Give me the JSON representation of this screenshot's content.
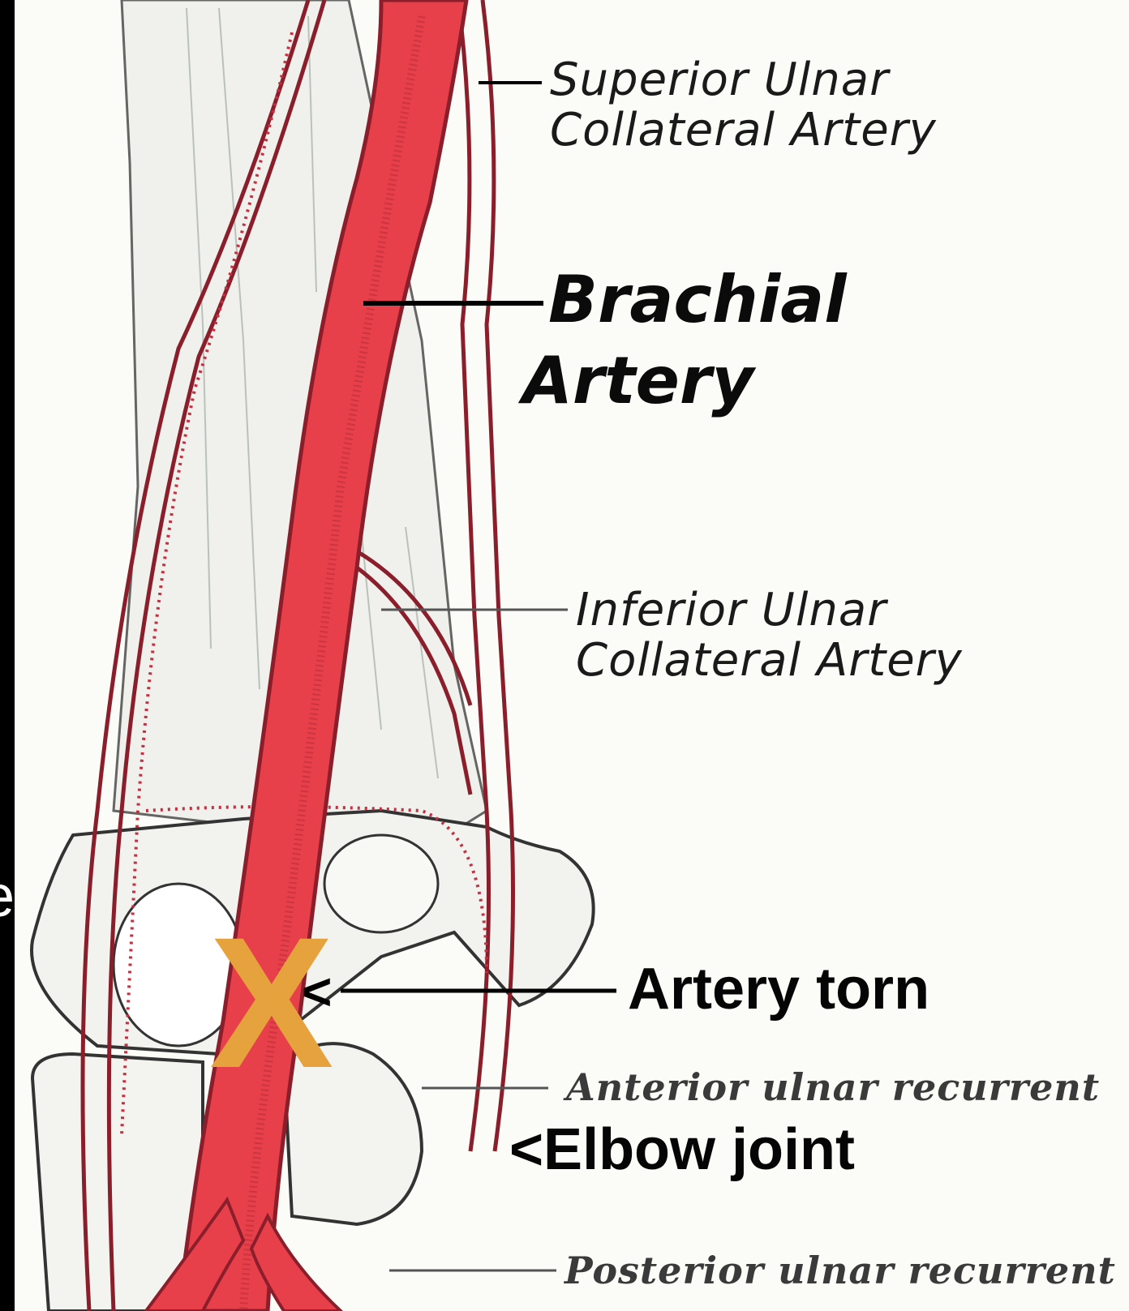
{
  "labels": {
    "superior": [
      "Superior Ulnar",
      "Collateral Artery"
    ],
    "brachial": [
      "Brachial",
      "Artery"
    ],
    "inferior": [
      "Inferior Ulnar",
      "Collateral Artery"
    ],
    "torn": "Artery torn",
    "anterior": "Anterior ulnar recurrent",
    "elbow": "<Elbow joint",
    "posterior": "Posterior ulnar recurrent",
    "edge_fragment": "e"
  },
  "marker": {
    "symbol": "X",
    "color": "#E6A23C"
  },
  "pointer_symbol": "<",
  "colors": {
    "artery": "#E8404A",
    "artery_outline": "#8B1E2B",
    "bone": "#F4F4F2",
    "tissue": "#7A8A80",
    "background": "#000000",
    "leader": "#000000"
  }
}
